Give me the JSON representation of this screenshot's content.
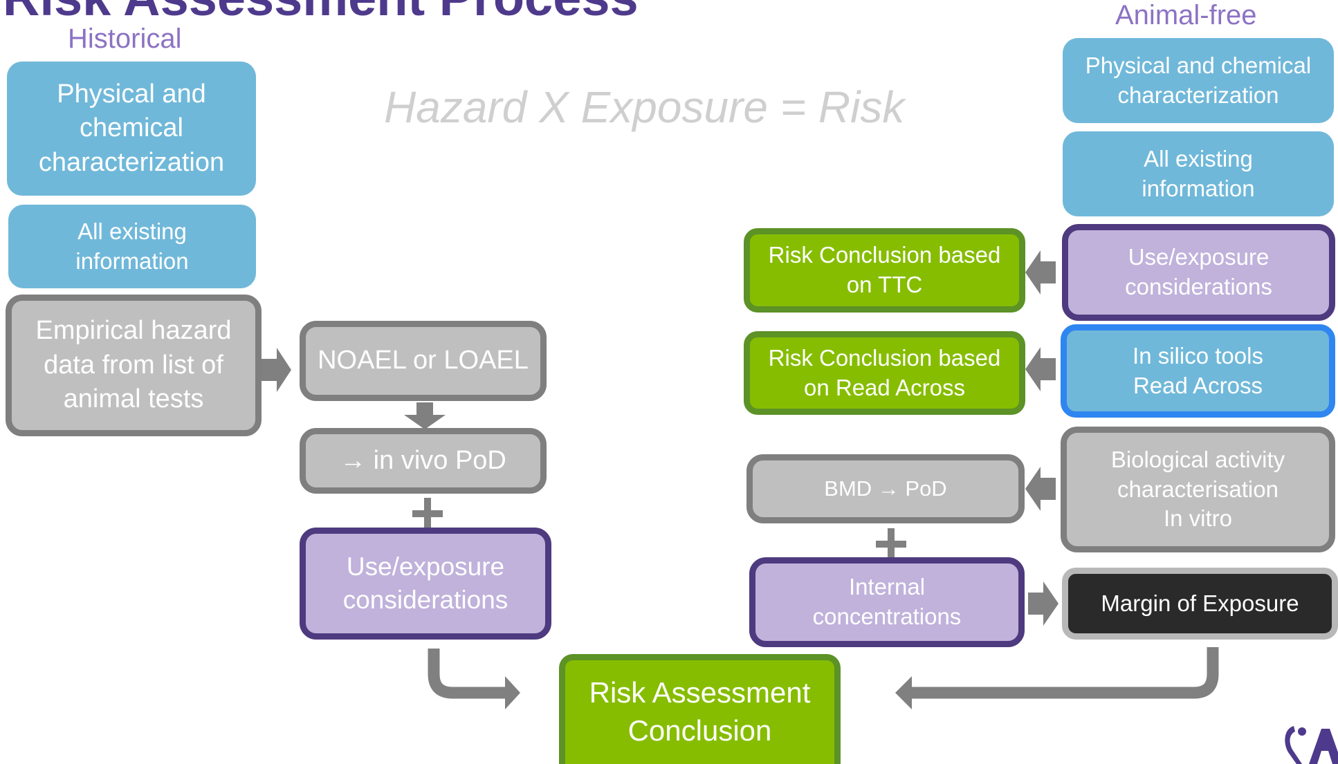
{
  "page": {
    "title": "Risk Assessment Process",
    "formula": "Hazard X Exposure = Risk"
  },
  "historical": {
    "title": "Historical",
    "phys_chem": "Physical and\nchemical\ncharacterization",
    "all_info": "All existing\ninformation",
    "empirical": "Empirical hazard\ndata from list of\nanimal tests",
    "noael": "NOAEL or LOAEL",
    "pod": "→ in vivo PoD",
    "use_exposure": "Use/exposure\nconsiderations"
  },
  "animal_free": {
    "title": "Animal-free",
    "phys_chem": "Physical and chemical\ncharacterization",
    "all_info": "All existing\ninformation",
    "use_exposure": "Use/exposure\nconsiderations",
    "in_silico": "In silico tools\nRead Across",
    "bio_activity": "Biological activity\ncharacterisation\nIn vitro",
    "margin": "Margin of Exposure",
    "ttc": "Risk Conclusion based\non TTC",
    "read_across": "Risk Conclusion based\non Read Across",
    "bmd": "BMD → PoD",
    "internal": "Internal\nconcentrations"
  },
  "conclusion": "Risk Assessment\nConclusion",
  "colors": {
    "title_purple": "#4e3a8c",
    "subtitle_purple": "#8c72c3",
    "blue_fill": "#70b8d9",
    "gray_fill": "#bfbfbf",
    "gray_border": "#7f7f7f",
    "purple_fill": "#c0b2db",
    "purple_border": "#4e3a7f",
    "green_fill": "#86bd00",
    "green_border": "#5c9226",
    "silico_border": "#2f86f0",
    "dark_fill": "#2a2a2a",
    "connector_gray": "#808080"
  }
}
